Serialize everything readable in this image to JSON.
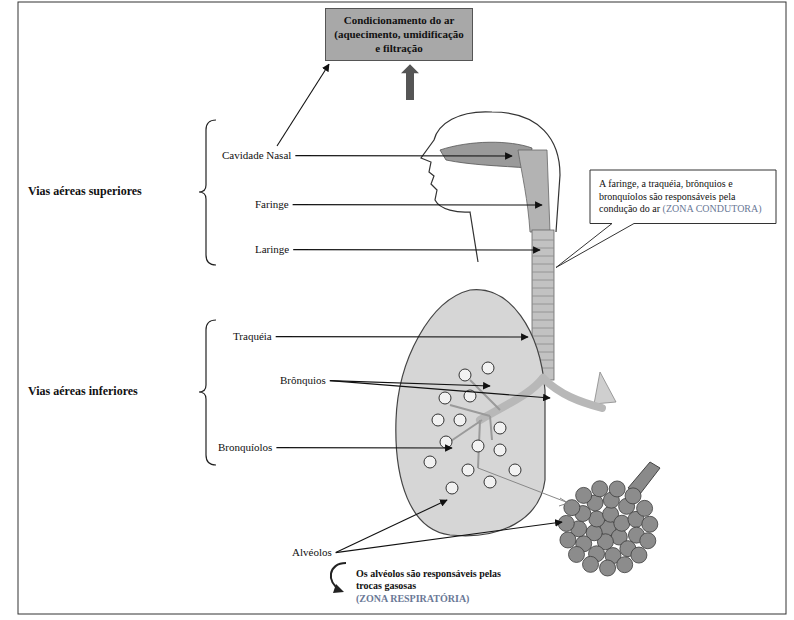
{
  "diagram": {
    "nodes": [
      {
        "text": [
          "Condicionamento do ar (aquecimento, umidificação e filtração"
        ]
      },
      {
        "text": [
          "A faringe, a traquéia, brônquios e bronquíolos são responsáveis pela condução do ar",
          "(ZONA CONDUTORA)"
        ]
      }
    ],
    "labels": [
      "Vias aéreas superiores",
      "Cavidade Nasal",
      "Faringe",
      "Laringe",
      "Vias aéreas inferiores",
      "Traquéia",
      "Brônquios",
      "Bronquíolos",
      "Alvéolos",
      "Os alvéolos são responsáveis pelas trocas gasosas",
      "(ZONA RESPIRATÓRIA)"
    ]
  }
}
